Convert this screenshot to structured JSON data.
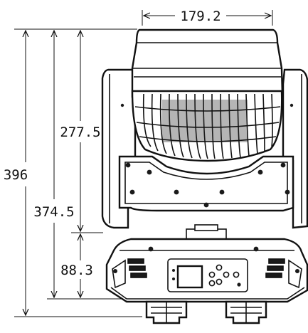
{
  "dimensions": {
    "head_width": "179.2",
    "total_height": "396",
    "body_height": "374.5",
    "yoke_height": "277.5",
    "base_height": "88.3"
  },
  "colors": {
    "ink": "#111111",
    "background": "#ffffff"
  }
}
